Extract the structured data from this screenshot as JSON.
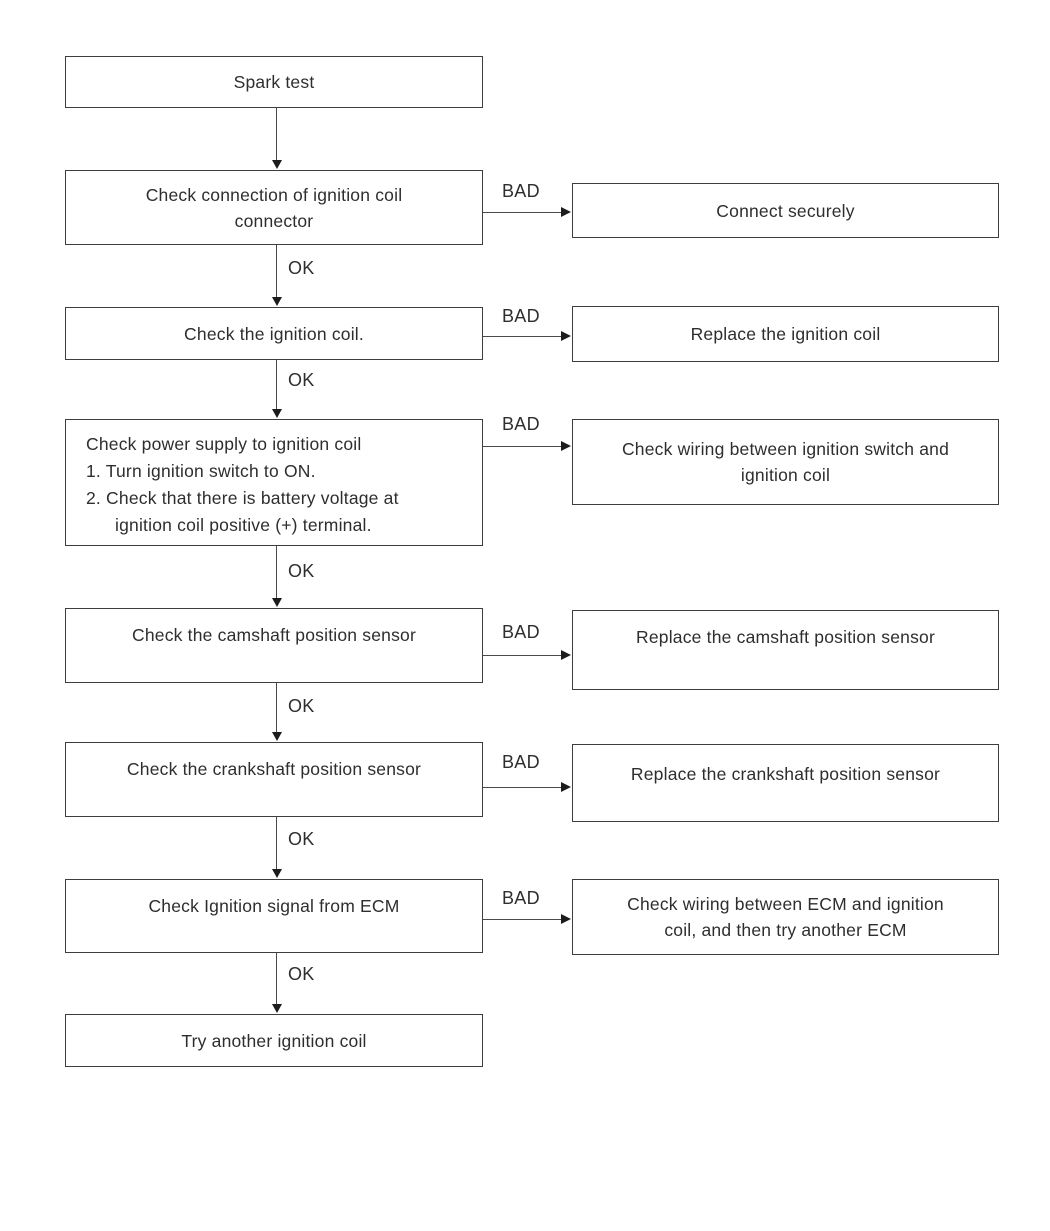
{
  "colors": {
    "ink": "#2e2e2e",
    "line": "#4a4a4a",
    "background": "#ffffff"
  },
  "flowchart": {
    "ok_label": "OK",
    "bad_label": "BAD",
    "start": {
      "text": "Spark test"
    },
    "steps": [
      {
        "check": [
          "Check connection of ignition coil",
          "connector"
        ],
        "action": [
          "Connect securely"
        ]
      },
      {
        "check": [
          "Check the ignition coil."
        ],
        "action": [
          "Replace the ignition coil"
        ]
      },
      {
        "check": [
          "Check power supply to ignition coil",
          "1. Turn ignition switch to ON.",
          "2. Check that there is battery voltage at",
          "ignition coil positive (+) terminal."
        ],
        "action": [
          "Check wiring between ignition switch and",
          "ignition coil"
        ]
      },
      {
        "check": [
          "Check the camshaft position sensor"
        ],
        "action": [
          "Replace the camshaft position sensor"
        ]
      },
      {
        "check": [
          "Check the crankshaft position sensor"
        ],
        "action": [
          "Replace the crankshaft position sensor"
        ]
      },
      {
        "check": [
          "Check Ignition signal from ECM"
        ],
        "action": [
          "Check wiring between ECM and ignition",
          "coil, and then try another ECM"
        ]
      }
    ],
    "end": {
      "text": "Try another ignition coil"
    }
  }
}
